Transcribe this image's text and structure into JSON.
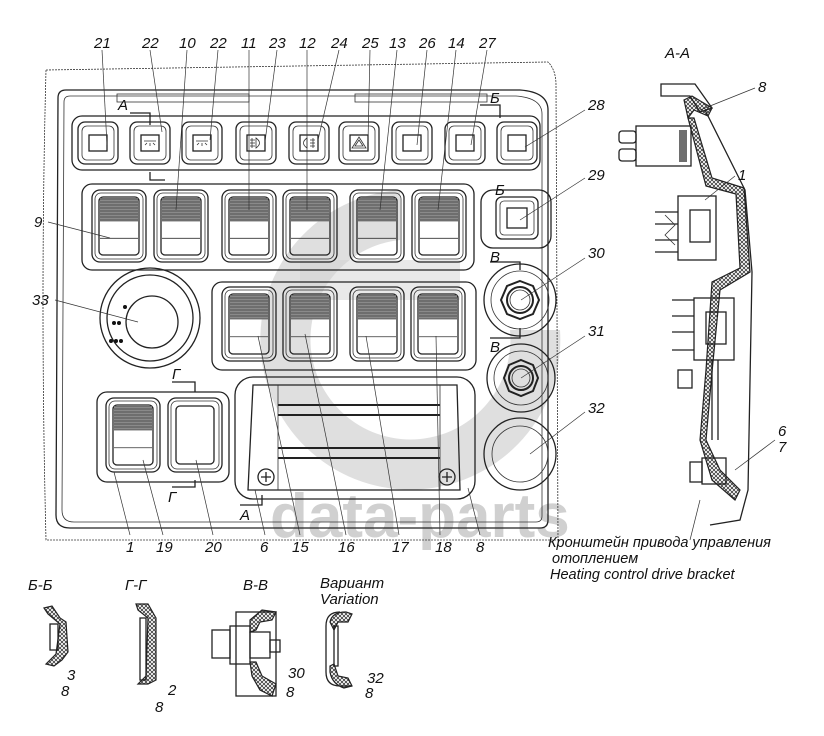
{
  "diagram": {
    "title": "Instrument panel switch block with sections",
    "watermark": "data-parts",
    "watermark_color": "#d0d0d0",
    "line_color": "#222222",
    "top_callouts": [
      "21",
      "22",
      "10",
      "22",
      "11",
      "23",
      "12",
      "24",
      "25",
      "13",
      "26",
      "14",
      "27"
    ],
    "right_callouts": [
      "28",
      "29",
      "30",
      "31",
      "32"
    ],
    "left_callouts": [
      "9",
      "33"
    ],
    "bottom_callouts": [
      "1",
      "19",
      "20",
      "6",
      "15",
      "16",
      "17",
      "18",
      "8"
    ],
    "section_marks": {
      "a": "А",
      "b": "Б",
      "v": "В",
      "g": "Г"
    },
    "section_views": {
      "aa": {
        "title": "А-А",
        "callouts": [
          "8",
          "1",
          "6",
          "7"
        ]
      },
      "bb": {
        "title": "Б-Б",
        "callouts": [
          "3",
          "8"
        ]
      },
      "gg": {
        "title": "Г-Г",
        "callouts": [
          "2",
          "8"
        ]
      },
      "vv": {
        "title": "В-В",
        "callouts": [
          "30",
          "8"
        ]
      },
      "variation": {
        "title_ru": "Вариант",
        "title_en": "Variation",
        "callouts": [
          "32",
          "8"
        ]
      }
    },
    "caption": {
      "ru_line1": "Кронштейн привода управления",
      "ru_line2": "отоплением",
      "en": "Heating control drive bracket"
    },
    "top_button_icons": [
      "blank-square",
      "ceiling-lamp",
      "ceiling-lamp",
      "rear-fog-lamp",
      "front-fog-lamp",
      "hazard-triangle",
      "blank-square",
      "blank-square",
      "blank-square"
    ],
    "knob_positions": [
      "•",
      "••",
      "•••"
    ]
  }
}
